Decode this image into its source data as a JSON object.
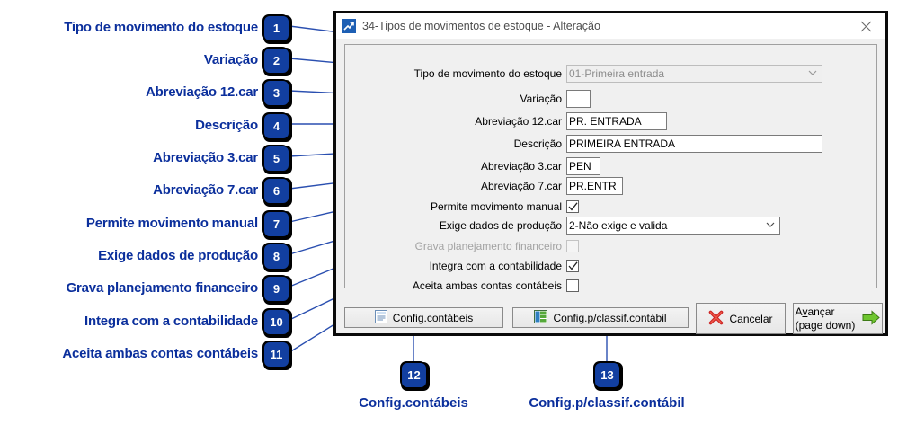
{
  "dialog": {
    "title": "34-Tipos de movimentos de estoque - Alteração",
    "window_icon": "chart-arrow-icon",
    "close_icon": "close-icon",
    "fields": [
      {
        "label": "Tipo de movimento do estoque",
        "type": "combo",
        "value": "01-Primeira entrada",
        "disabled": true
      },
      {
        "label": "Variação",
        "type": "text",
        "value": "",
        "disabled": false
      },
      {
        "label": "Abreviação 12.car",
        "type": "text",
        "value": "PR. ENTRADA",
        "disabled": false
      },
      {
        "label": "Descrição",
        "type": "text",
        "value": "PRIMEIRA ENTRADA",
        "disabled": false
      },
      {
        "label": "Abreviação 3.car",
        "type": "text",
        "value": "PEN",
        "disabled": false
      },
      {
        "label": "Abreviação 7.car",
        "type": "text",
        "value": "PR.ENTR",
        "disabled": false
      },
      {
        "label": "Permite movimento manual",
        "type": "checkbox",
        "checked": true,
        "disabled": false
      },
      {
        "label": "Exige dados de produção",
        "type": "combo",
        "value": "2-Não exige e valida",
        "disabled": false
      },
      {
        "label": "Grava planejamento financeiro",
        "type": "checkbox",
        "checked": false,
        "disabled": true
      },
      {
        "label": "Integra com a contabilidade",
        "type": "checkbox",
        "checked": true,
        "disabled": false
      },
      {
        "label": "Aceita ambas contas contábeis",
        "type": "checkbox",
        "checked": false,
        "disabled": false
      }
    ],
    "buttons": {
      "config_contabeis": {
        "label_pre": "",
        "accel": "C",
        "label_post": "onfig.contábeis",
        "icon": "document-list-icon"
      },
      "config_classif": {
        "label_pre": "Confi",
        "accel": "g",
        "label_post": ".p/classif.contábil",
        "icon": "spreadsheet-icon"
      },
      "cancelar": {
        "label": "Cancelar",
        "icon": "red-x-icon"
      },
      "avancar": {
        "line1_pre": "A",
        "line1_accel": "v",
        "line1_post": "ançar",
        "line2": "(page down)",
        "icon": "green-arrow-right-icon"
      }
    }
  },
  "annotations": {
    "left": [
      {
        "num": "1",
        "label": "Tipo de movimento do estoque"
      },
      {
        "num": "2",
        "label": "Variação"
      },
      {
        "num": "3",
        "label": "Abreviação 12.car"
      },
      {
        "num": "4",
        "label": "Descrição"
      },
      {
        "num": "5",
        "label": "Abreviação 3.car"
      },
      {
        "num": "6",
        "label": "Abreviação 7.car"
      },
      {
        "num": "7",
        "label": "Permite movimento manual"
      },
      {
        "num": "8",
        "label": "Exige dados de produção"
      },
      {
        "num": "9",
        "label": "Grava planejamento financeiro"
      },
      {
        "num": "10",
        "label": "Integra com a contabilidade"
      },
      {
        "num": "11",
        "label": "Aceita ambas contas contábeis"
      }
    ],
    "bottom": [
      {
        "num": "12",
        "label": "Config.contábeis"
      },
      {
        "num": "13",
        "label": "Config.p/classif.contábil"
      }
    ]
  },
  "colors": {
    "annotation_blue": "#0b2f9c",
    "badge_fill": "#123fa0",
    "leader_line": "#2a4fb0",
    "dialog_border": "#0a0a0a",
    "dialog_bg": "#f0f0f0",
    "cancel_red": "#cc2222",
    "advance_green": "#5db32a"
  }
}
